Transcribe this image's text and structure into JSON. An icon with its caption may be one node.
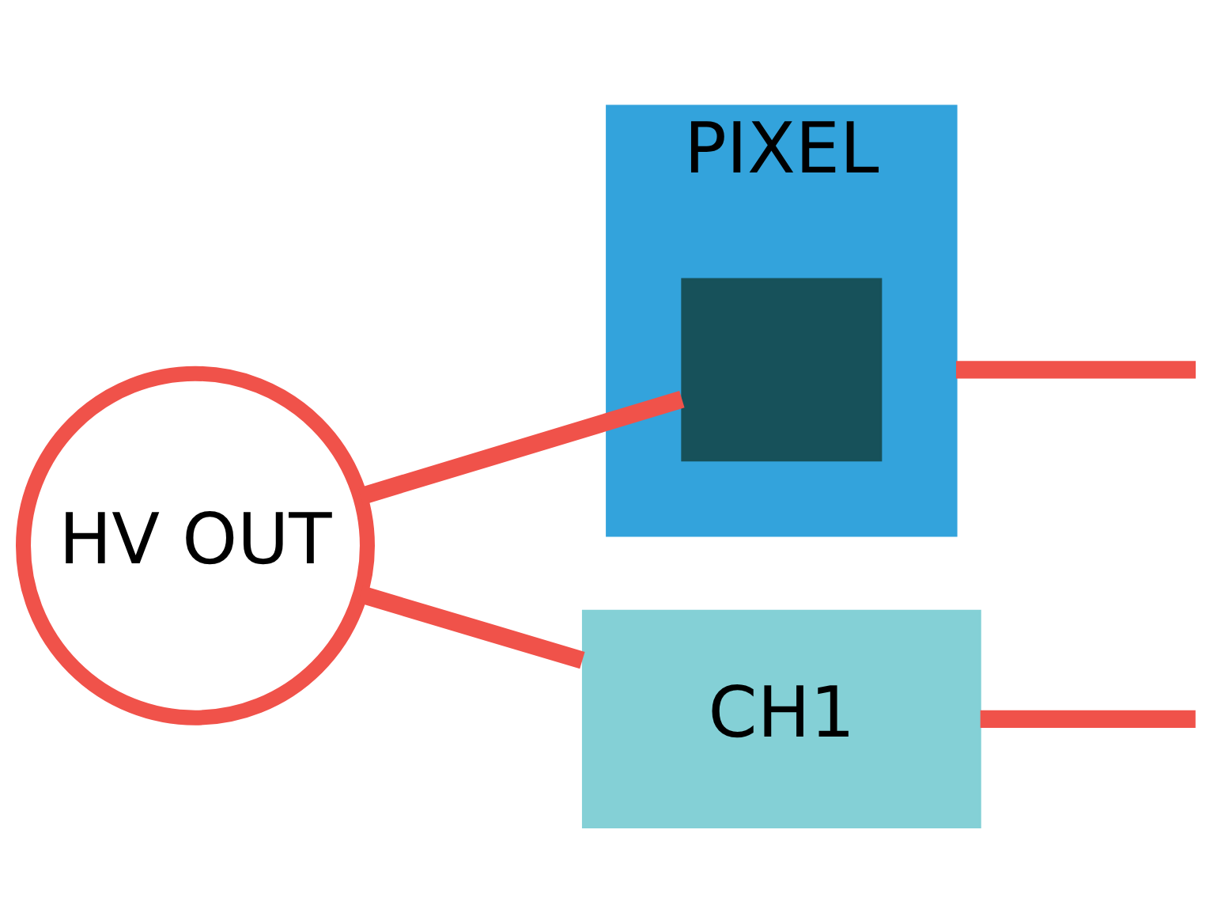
{
  "diagram": {
    "nodes": [
      {
        "text": [
          "PIXEL"
        ]
      },
      {
        "text": [],
        "shape": "box",
        "in": 0
      },
      {
        "text": [
          "HV OUT"
        ]
      },
      {
        "text": [
          "CH1"
        ]
      }
    ],
    "edges": [
      {
        "from": 2,
        "to": 1,
        "arrow": "none"
      },
      {
        "from": 2,
        "to": 3,
        "arrow": "none"
      },
      {
        "from": 0,
        "to": null,
        "arrow": "none"
      },
      {
        "from": 3,
        "to": null,
        "arrow": "none"
      }
    ]
  }
}
